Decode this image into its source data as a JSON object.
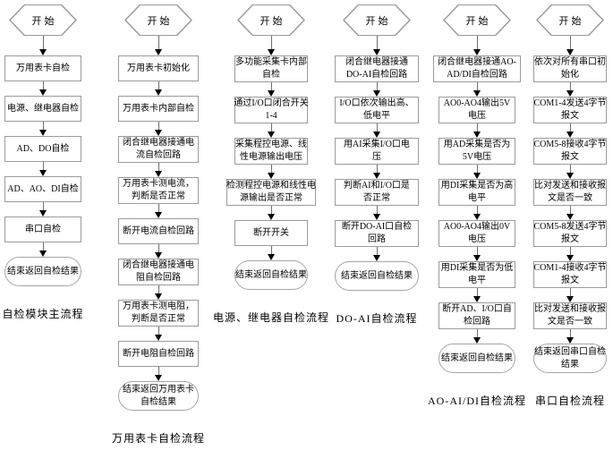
{
  "colors": {
    "background": "#ffffff",
    "shape_border": "#9b9b9b",
    "arrowhead": "#000000",
    "text": "#000000"
  },
  "flowcharts": [
    {
      "caption": "自检模块主流程",
      "nodes": [
        {
          "type": "start",
          "text": "开始"
        },
        {
          "type": "process",
          "text": "万用表卡自检"
        },
        {
          "type": "process",
          "text": "电源、继电器自检"
        },
        {
          "type": "process",
          "text": "AD、DO自检"
        },
        {
          "type": "process",
          "text": "AD、AO、DI自检"
        },
        {
          "type": "process",
          "text": "串口自检"
        },
        {
          "type": "end",
          "text": "结束返回自检结果"
        }
      ]
    },
    {
      "caption": "万用表卡自检流程",
      "nodes": [
        {
          "type": "start",
          "text": "开始"
        },
        {
          "type": "process",
          "text": "万用表卡初始化"
        },
        {
          "type": "process",
          "text": "万用表卡内部自检"
        },
        {
          "type": "process",
          "text": "闭合继电器接通电\n流自检回路"
        },
        {
          "type": "process",
          "text": "万用表卡测电流，\n判断是否正常"
        },
        {
          "type": "process",
          "text": "断开电流自检回路"
        },
        {
          "type": "process",
          "text": "闭合继电器接通电\n阻自检回路"
        },
        {
          "type": "process",
          "text": "万用表卡测电阻，\n判断是否正常"
        },
        {
          "type": "process",
          "text": "断开电阻自检回路"
        },
        {
          "type": "end",
          "text": "结束返回万用表卡\n自检结果"
        }
      ]
    },
    {
      "caption": "电源、继电器自检流程",
      "nodes": [
        {
          "type": "start",
          "text": "开始"
        },
        {
          "type": "process",
          "text": "多功能采集卡内部\n自检"
        },
        {
          "type": "process",
          "text": "通过I/O口闭合开关\n1-4"
        },
        {
          "type": "process",
          "text": "采集程控电源、线\n性电源输出电压"
        },
        {
          "type": "process",
          "text": "检测程控电源和线性电\n源输出是否正常"
        },
        {
          "type": "process",
          "text": "断开开关"
        },
        {
          "type": "end",
          "text": "结束返回自检结果"
        }
      ]
    },
    {
      "caption": "DO-AI自检流程",
      "nodes": [
        {
          "type": "start",
          "text": "开始"
        },
        {
          "type": "process",
          "text": "闭合继电器接通\nDO-AI自检回路"
        },
        {
          "type": "process",
          "text": "I/O口依次输出高、\n低电平"
        },
        {
          "type": "process",
          "text": "用AI采集I/O口电\n压"
        },
        {
          "type": "process",
          "text": "判断AI和I/O口是\n否正常"
        },
        {
          "type": "process",
          "text": "断开DO-AI口自检\n回路"
        },
        {
          "type": "end",
          "text": "结束返回自检结果"
        }
      ]
    },
    {
      "caption": "AO-AI/DI自检流程",
      "nodes": [
        {
          "type": "start",
          "text": "开始"
        },
        {
          "type": "process",
          "text": "闭合继电器接通AO-\nAD/DI自检回路"
        },
        {
          "type": "process",
          "text": "AO0-AO4输出5V\n电压"
        },
        {
          "type": "process",
          "text": "用AD采集是否为\n5V电压"
        },
        {
          "type": "process",
          "text": "用DI采集是否为高\n电平"
        },
        {
          "type": "process",
          "text": "AO0-AO4输出0V\n电压"
        },
        {
          "type": "process",
          "text": "用DI采集是否为低\n电平"
        },
        {
          "type": "process",
          "text": "断开AD、I/O口自\n检回路"
        },
        {
          "type": "end",
          "text": "结束返回自检结果"
        }
      ]
    },
    {
      "caption": "串口自检流程",
      "nodes": [
        {
          "type": "start",
          "text": "开始"
        },
        {
          "type": "process",
          "text": "依次对所有串口初\n始化"
        },
        {
          "type": "process",
          "text": "COM1-4发送4字节\n报文"
        },
        {
          "type": "process",
          "text": "COM5-8接收4字节\n报文"
        },
        {
          "type": "process",
          "text": "比对发送和接收报\n文是否一致"
        },
        {
          "type": "process",
          "text": "COM5-8发送4字节\n报文"
        },
        {
          "type": "process",
          "text": "COM1-4接收4字节\n报文"
        },
        {
          "type": "process",
          "text": "比对发送和接收报\n文是否一致"
        },
        {
          "type": "end",
          "text": "结束返回串口自检\n结果"
        }
      ]
    }
  ]
}
